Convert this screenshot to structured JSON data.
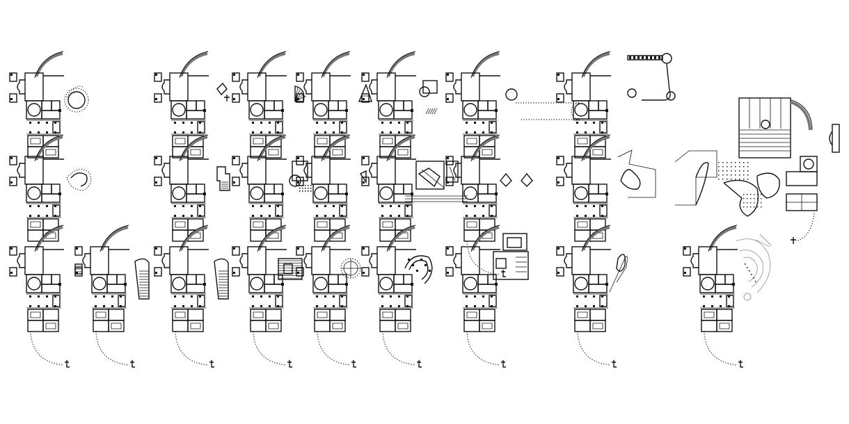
{
  "sheet": {
    "background": "#ffffff",
    "line_color": "#111111",
    "accent_grey": "#777777"
  },
  "plans": [
    {
      "id": "r1c1",
      "row": 1,
      "col": 1,
      "addition": "circular-ring"
    },
    {
      "id": "r1c2",
      "row": 1,
      "col": 2,
      "addition": "small-cross"
    },
    {
      "id": "r1c3",
      "row": 1,
      "col": 3,
      "addition": "fan"
    },
    {
      "id": "r1c4",
      "row": 1,
      "col": 4,
      "addition": "triangle"
    },
    {
      "id": "r1c5",
      "row": 1,
      "col": 5,
      "addition": "square-stair"
    },
    {
      "id": "r1c6",
      "row": 1,
      "col": 6,
      "addition": "stadium-loop"
    },
    {
      "id": "r1c7",
      "row": 1,
      "col": 7,
      "addition": "bastion-chain"
    },
    {
      "id": "r2c1",
      "row": 2,
      "col": 1,
      "addition": "lobed-ring"
    },
    {
      "id": "r2c2",
      "row": 2,
      "col": 2,
      "addition": "stepped-block"
    },
    {
      "id": "r2c3",
      "row": 2,
      "col": 3,
      "addition": "grid-court"
    },
    {
      "id": "r2c4",
      "row": 2,
      "col": 4,
      "addition": "small-wedge"
    },
    {
      "id": "r2c5",
      "row": 2,
      "col": 5,
      "addition": "machine-complex"
    },
    {
      "id": "r2c6",
      "row": 2,
      "col": 6,
      "addition": "twin-wings"
    },
    {
      "id": "r2c7",
      "row": 2,
      "col": 7,
      "addition": "zigzag-organic"
    },
    {
      "id": "r3c1",
      "row": 3,
      "col": 1,
      "addition": "small-grid"
    },
    {
      "id": "r3c2",
      "row": 3,
      "col": 2,
      "addition": "hatched-strip"
    },
    {
      "id": "r3c3",
      "row": 3,
      "col": 3,
      "addition": "hatched-square"
    },
    {
      "id": "r3c4",
      "row": 3,
      "col": 4,
      "addition": "circle-grid"
    },
    {
      "id": "r3c5",
      "row": 3,
      "col": 5,
      "addition": "ring-segments"
    },
    {
      "id": "r3c6",
      "row": 3,
      "col": 6,
      "addition": "tower-block"
    },
    {
      "id": "r3c7",
      "row": 3,
      "col": 7,
      "addition": "blade"
    },
    {
      "id": "big-top",
      "row": 0,
      "col": 8,
      "addition": "large-complex"
    },
    {
      "id": "big-bottom",
      "row": 3,
      "col": 8,
      "addition": "concentric-arcs"
    }
  ]
}
